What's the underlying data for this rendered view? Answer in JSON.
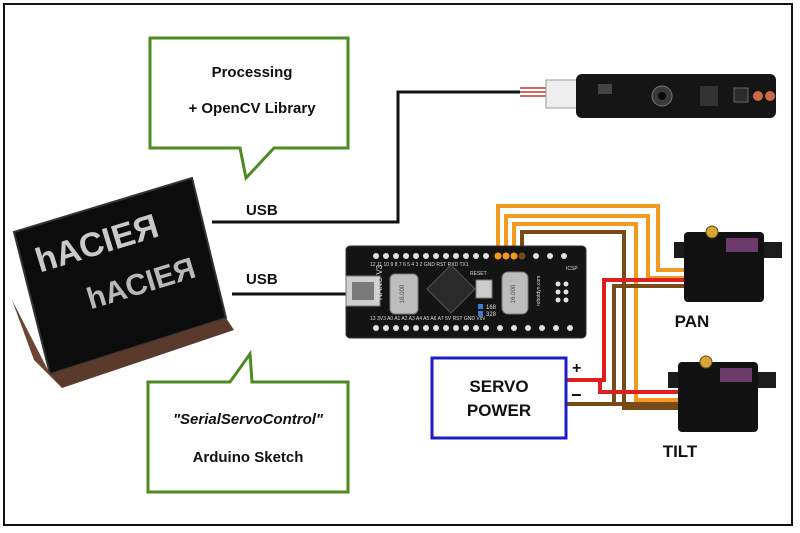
{
  "callouts": {
    "top": {
      "line1": "Processing",
      "line2": "+ OpenCV Library"
    },
    "bottom": {
      "line1": "\"SerialServoControl\"",
      "line2": "Arduino Sketch"
    }
  },
  "connections": {
    "usb_top": "USB",
    "usb_bottom": "USB"
  },
  "power": {
    "line1": "SERVO",
    "line2": "POWER",
    "plus": "+",
    "minus": "−"
  },
  "servos": {
    "pan": "PAN",
    "tilt": "TILT"
  },
  "laptop": {
    "sticker_text": "hACIEЯ"
  },
  "board": {
    "label": "NANO V3",
    "brand": "robotdyn.com",
    "chip_a": "168",
    "chip_b": "328",
    "top_pins": "12 11 10 9 8 7 6 5 4 3 2 GND RST RXD TX1",
    "bottom_pins": "13 3V3 A0 A1 A2 A3 A4 A5 A6 A7 5V RST GND VIN",
    "reset": "RESET",
    "icsp": "ICSP",
    "crystal": "16.000"
  },
  "colors": {
    "callout_border": "#4e8a22",
    "power_border": "#1c1cc8",
    "wire_orange": "#f39a1e",
    "wire_red": "#e02020",
    "wire_brown": "#7a4a18",
    "wire_black": "#111111"
  }
}
